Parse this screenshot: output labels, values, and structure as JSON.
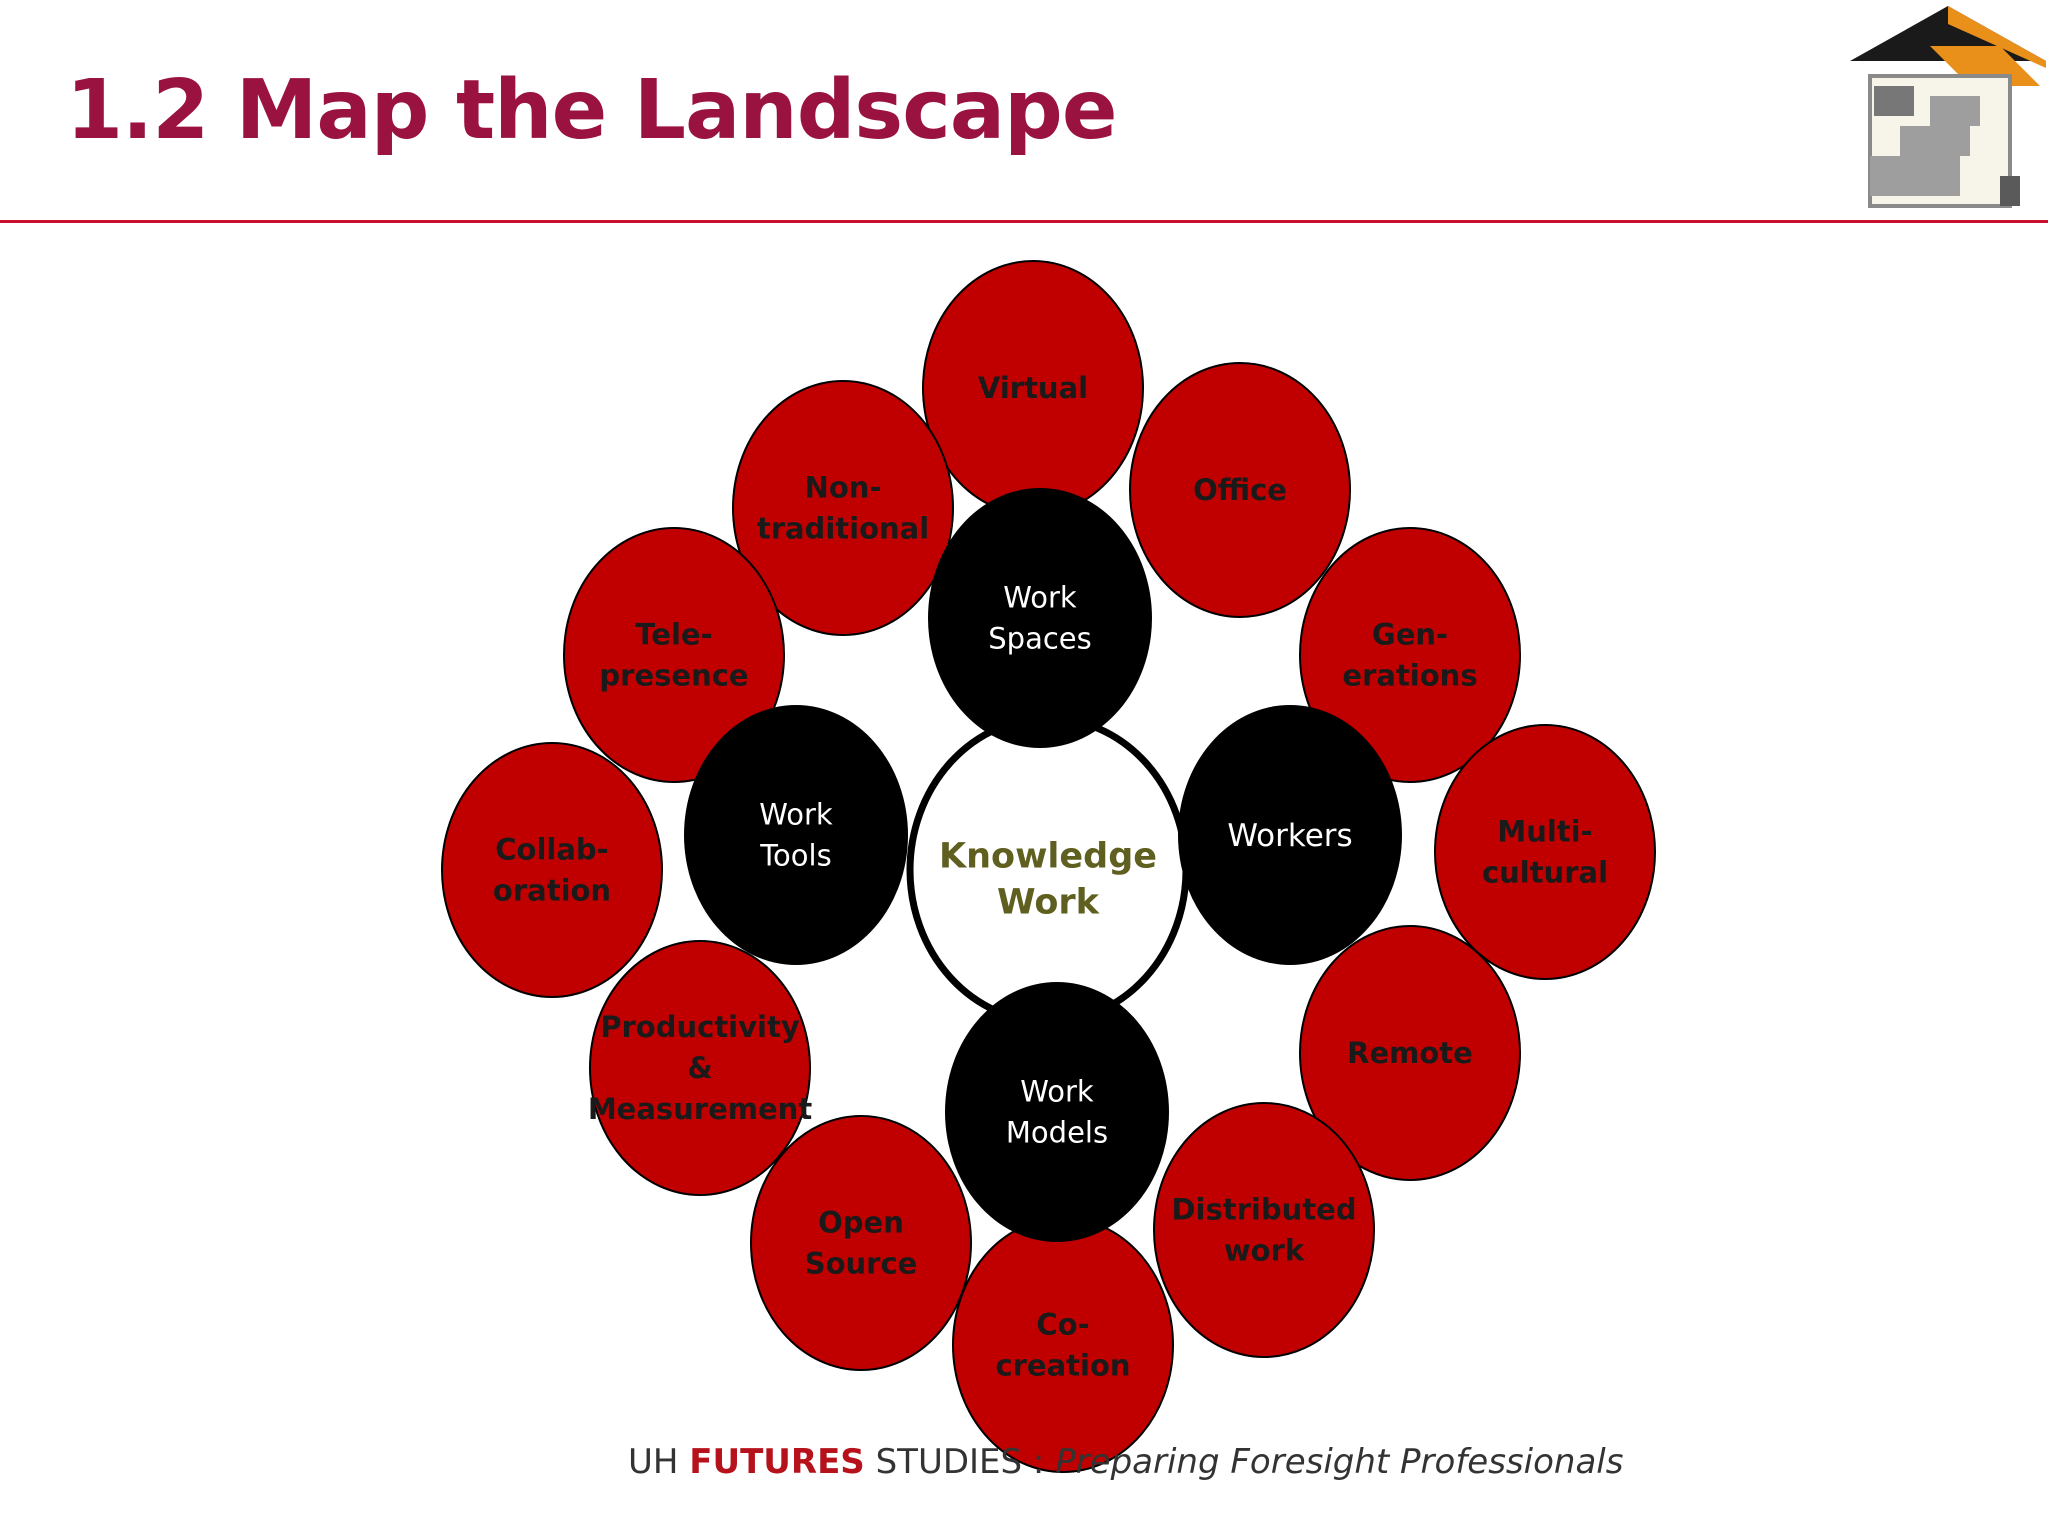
{
  "slide": {
    "title": "1.2 Map the Landscape"
  },
  "diagram": {
    "center": {
      "lines": [
        "Knowledge",
        "Work"
      ]
    },
    "categories": [
      {
        "id": "work-spaces",
        "lines": [
          "Work",
          "Spaces"
        ]
      },
      {
        "id": "work-tools",
        "lines": [
          "Work",
          "Tools"
        ]
      },
      {
        "id": "workers",
        "lines": [
          "Workers"
        ]
      },
      {
        "id": "work-models",
        "lines": [
          "Work",
          "Models"
        ]
      }
    ],
    "topics": [
      {
        "id": "virtual",
        "lines": [
          "Virtual"
        ]
      },
      {
        "id": "office",
        "lines": [
          "Office"
        ]
      },
      {
        "id": "non-traditional",
        "lines": [
          "Non-",
          "traditional"
        ]
      },
      {
        "id": "tele-presence",
        "lines": [
          "Tele-",
          "presence"
        ]
      },
      {
        "id": "generations",
        "lines": [
          "Gen-",
          "erations"
        ]
      },
      {
        "id": "collaboration",
        "lines": [
          "Collab-",
          "oration"
        ]
      },
      {
        "id": "multi-cultural",
        "lines": [
          "Multi-",
          "cultural"
        ]
      },
      {
        "id": "productivity-measurement",
        "lines": [
          "Productivity",
          "&",
          "Measurement"
        ]
      },
      {
        "id": "remote",
        "lines": [
          "Remote"
        ]
      },
      {
        "id": "open-source",
        "lines": [
          "Open",
          "Source"
        ]
      },
      {
        "id": "distributed-work",
        "lines": [
          "Distributed",
          "work"
        ]
      },
      {
        "id": "co-creation",
        "lines": [
          "Co-",
          "creation"
        ]
      }
    ],
    "colors": {
      "topic_fill": "#c00000",
      "category_fill": "#000000",
      "center_fill": "#ffffff",
      "center_text": "#5f5f1f",
      "topic_text": "#1a1a1a",
      "category_text": "#ffffff"
    }
  },
  "footer": {
    "prefix": "UH ",
    "brand": "FUTURES",
    "middle": " STUDIES : ",
    "tagline": "Preparing Foresight Professionals"
  },
  "colors": {
    "title": "#9a1240",
    "rule": "#c8102e",
    "logo_roof": "#e8901a"
  },
  "icons": {
    "logo": "house-logo-icon"
  }
}
